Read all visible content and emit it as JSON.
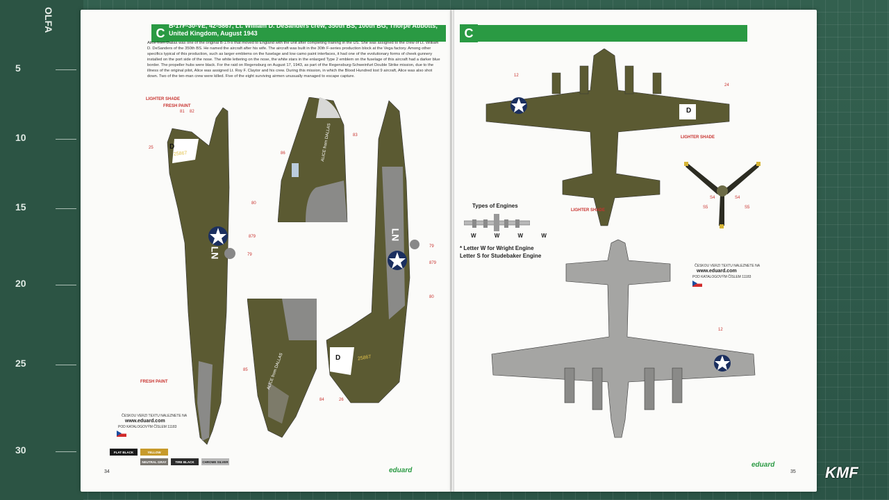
{
  "left_page": {
    "badge": "C",
    "title": "B-17F-30-VE, 42-5867, Lt. William D. DeSanders crew, 350th BS, 100th BG, Thorpe Abbotts, United Kingdom, August 1943",
    "body": "Alice from Dallas was one of the original B-17Fs that moved to England with the unit after completing training in the US. She was assigned to the crew of Lt. William D. DeSanders of the 350th BS. He named the aircraft after his wife. The aircraft was built in the 30th F-series production block at the Vega factory. Among other specifics typical of this production, such as larger emblems on the fuselage and low camo paint interfaces, it had one of the evolutionary forms of cheek gunnery installed on the port side of the nose. The white lettering on the nose, the white stars in the enlarged Type 2 emblem on the fuselage of this aircraft had a darker blue border. The propeller hubs were black. For the raid on Regensburg on August 17, 1943, as part of the Regensburg-Schweinfurt Double Strike mission, due to the illness of the original pilot, Alice was assigned Lt. Roy F. Claytor and his crew. During this mission, in which the Blood Hundred lost 9 aircraft, Alice was also shot down. Two of the ten-man crew were killed. Five of the eight surviving airmen unusually managed to escape capture.",
    "label_lighter_shade": "LIGHTER SHADE",
    "label_fresh_paint_top": "FRESH PAINT",
    "label_fresh_paint_bottom": "FRESH PAINT",
    "callouts": [
      "81",
      "82",
      "25",
      "80",
      "879",
      "79",
      "86",
      "83",
      "85",
      "84",
      "26",
      "81",
      "82",
      "79",
      "879",
      "80"
    ],
    "nose_art": "ALICE from DALLAS",
    "tail_code": "25867",
    "tail_letter": "D",
    "fuselage_code": "LN",
    "ceska": "ČESKOU VERZI TEXTU NALEZNETE NA",
    "url": "www.eduard.com",
    "catalog": "POD KATALOGOVÝM ČÍSLEM 11183",
    "page_number": "34",
    "brand": "eduard",
    "legend": [
      {
        "name": "FLAT BLACK",
        "color": "#1a1a1a"
      },
      {
        "name": "YELLOW",
        "color": "#c79a2b"
      },
      {
        "name": "NEUTRAL GRAY",
        "color": "#7a7670"
      },
      {
        "name": "TIRE BLACK",
        "color": "#2b2b2b"
      },
      {
        "name": "CHROME SILVER",
        "color": "#b7b7b7"
      }
    ]
  },
  "right_page": {
    "badge": "C",
    "label_lighter_shade_1": "LIGHTER SHADE",
    "label_lighter_shade_2": "LIGHTER SHADE",
    "engine_title": "Types of Engines",
    "engine_letters": "W W W W",
    "engine_note_1": "* Letter W for Wright Engine",
    "engine_note_2": "Letter S for Studebaker Engine",
    "callouts": [
      "12",
      "24",
      "S4",
      "S4",
      "S5",
      "S5",
      "12"
    ],
    "tail_letter": "D",
    "ceska": "ČESKOU VERZI TEXTU NALEZNETE NA",
    "url": "www.eduard.com",
    "catalog": "POD KATALOGOVÝM ČÍSLEM 11183",
    "page_number": "35",
    "brand": "eduard"
  },
  "ruler": {
    "label": "OLFA",
    "numbers": [
      "5",
      "10",
      "15",
      "20",
      "25",
      "30"
    ]
  },
  "watermark": "KMF"
}
